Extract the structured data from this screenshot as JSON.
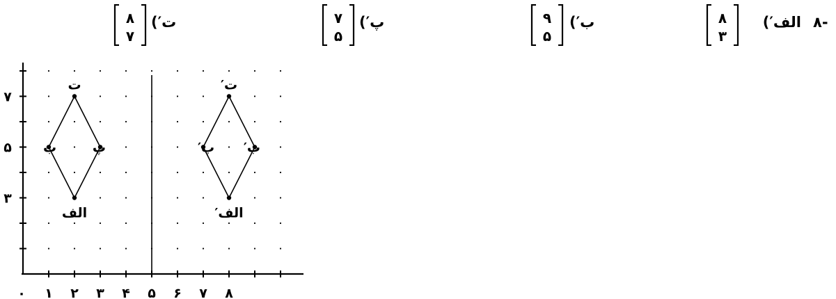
{
  "question": {
    "number": "۸-",
    "answers": [
      {
        "label": "الف′)",
        "top": "۸",
        "bottom": "۳"
      },
      {
        "label": "ب′)",
        "top": "۹",
        "bottom": "۵"
      },
      {
        "label": "پ′)",
        "top": "۷",
        "bottom": "۵"
      },
      {
        "label": "ت′)",
        "top": "۸",
        "bottom": "۷"
      }
    ]
  },
  "figure": {
    "x_ticks": [
      "۰",
      "۱",
      "۲",
      "۳",
      "۴",
      "۵",
      "۶",
      "۷",
      "۸"
    ],
    "y_ticks": [
      "۳",
      "۵",
      "۷"
    ],
    "mirror_line_x": 5,
    "original": {
      "points": [
        {
          "name": "الف",
          "x": 2,
          "y": 3
        },
        {
          "name": "ب",
          "x": 1,
          "y": 5
        },
        {
          "name": "پ",
          "x": 3,
          "y": 5
        },
        {
          "name": "ت",
          "x": 2,
          "y": 7
        }
      ]
    },
    "image": {
      "points": [
        {
          "name": "الف′",
          "x": 8,
          "y": 3
        },
        {
          "name": "ب′",
          "x": 9,
          "y": 5
        },
        {
          "name": "پ′",
          "x": 7,
          "y": 5
        },
        {
          "name": "ت′",
          "x": 8,
          "y": 7
        }
      ]
    }
  }
}
